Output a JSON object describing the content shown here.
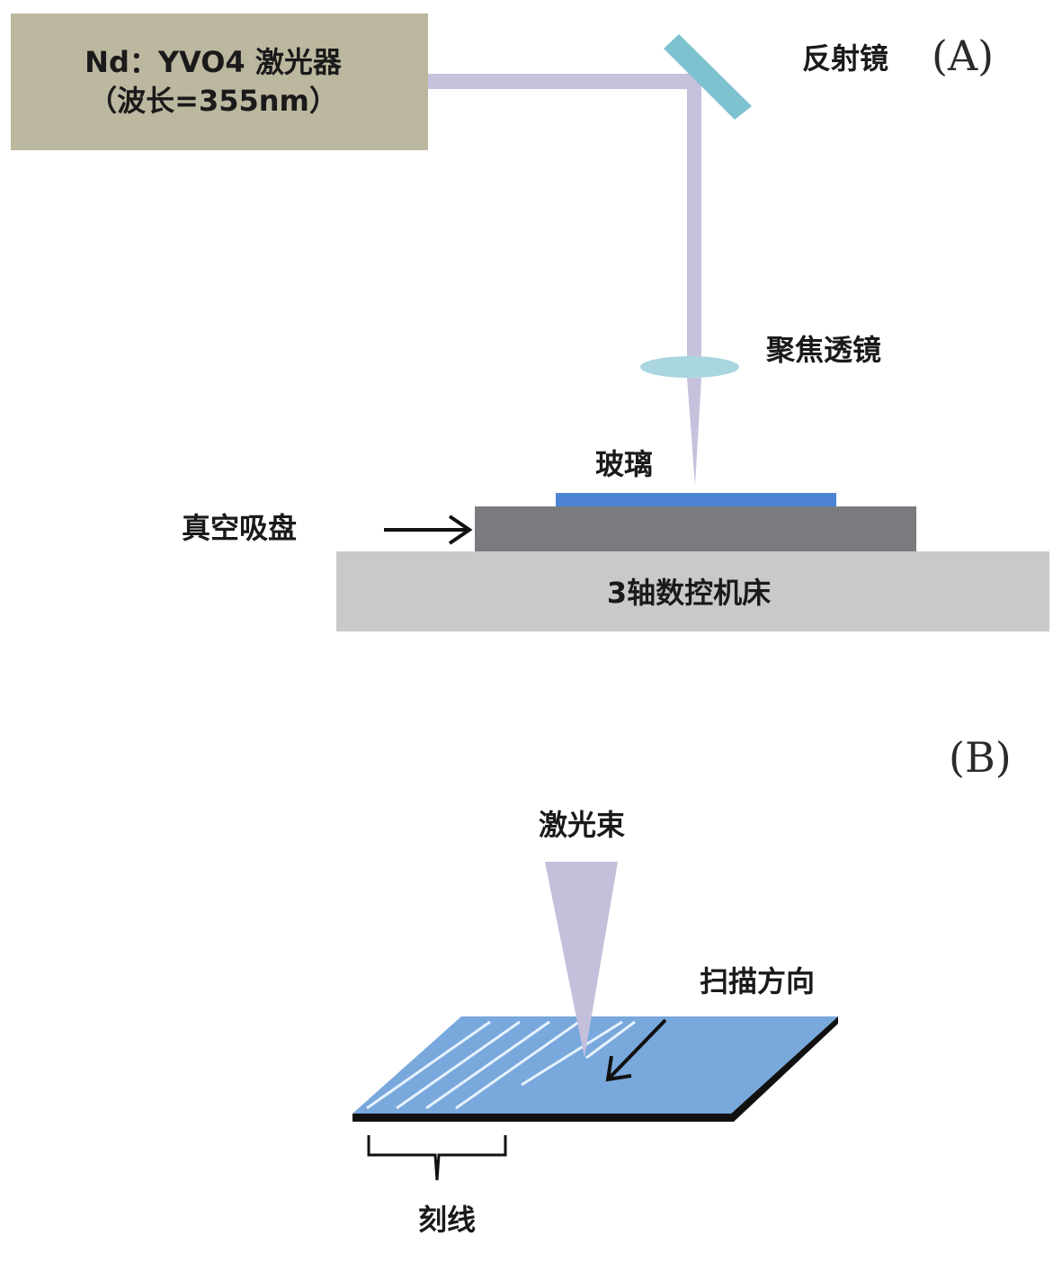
{
  "panel_a": {
    "label": "(A)",
    "laser": {
      "line1": "Nd：YVO4 激光器",
      "line2": "（波长=355nm）"
    },
    "mirror_label": "反射镜",
    "lens_label": "聚焦透镜",
    "glass_label": "玻璃",
    "vacuum_label": "真空吸盘",
    "cnc_label": "3轴数控机床"
  },
  "panel_b": {
    "label": "(B)",
    "beam_label": "激光束",
    "scan_label": "扫描方向",
    "scribe_label": "刻线"
  },
  "colors": {
    "laser_box": "#bcb79f",
    "beam": "#c6c1dc",
    "mirror": "#7ec2cf",
    "lens": "#a9d6df",
    "glass": "#4c83d4",
    "chuck": "#7a7b7f",
    "cnc": "#c9c9cb",
    "plate": "#78a8dc",
    "scribe_lines": "#e6f2ff"
  }
}
